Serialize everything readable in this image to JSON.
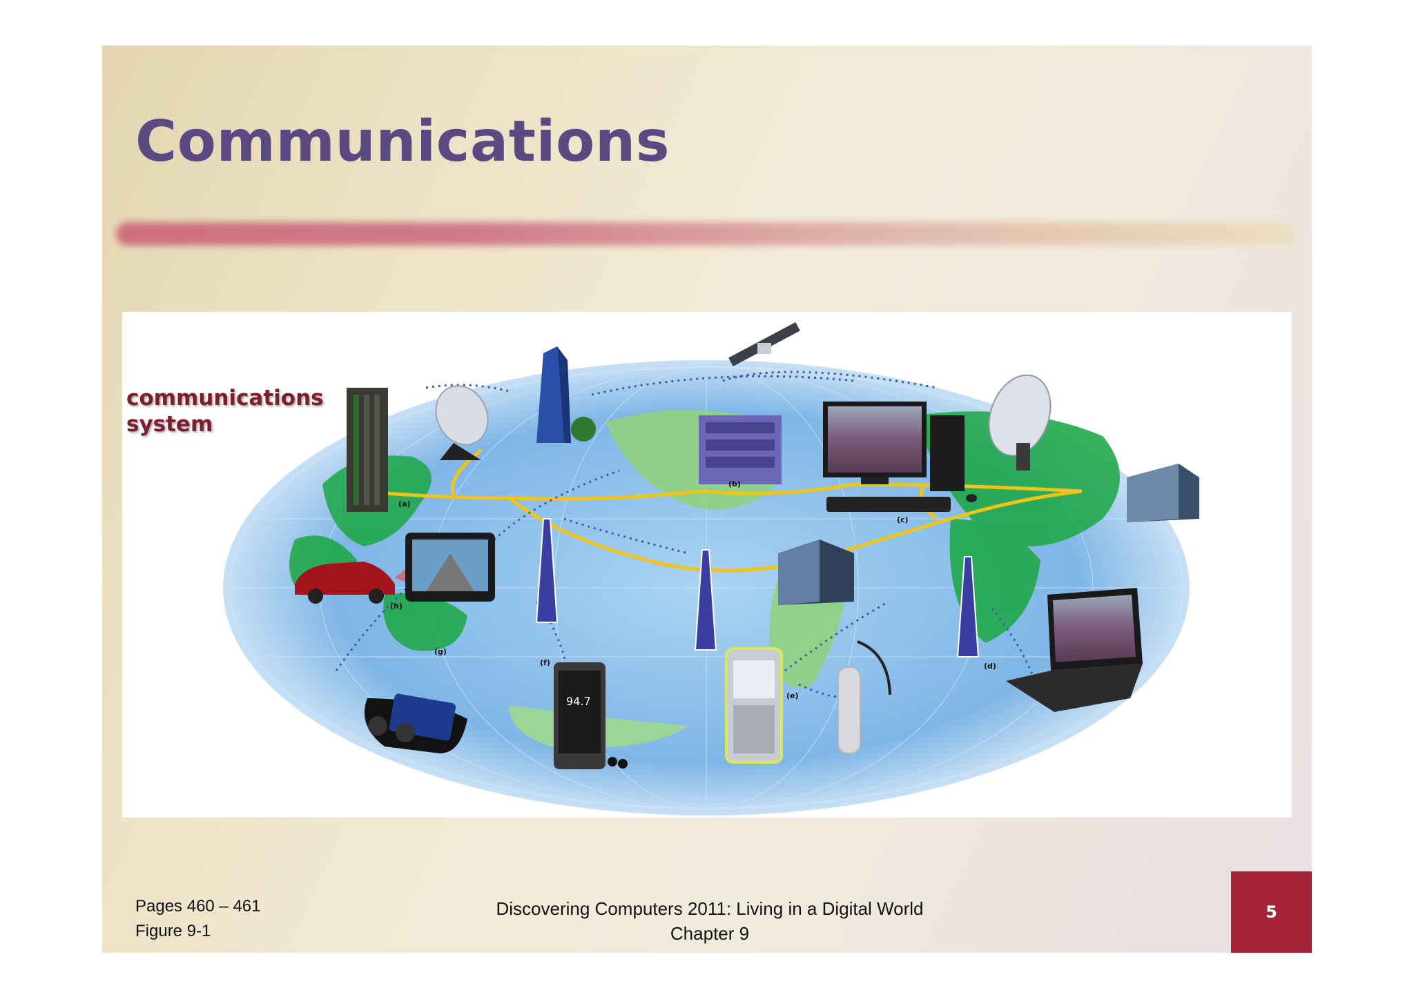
{
  "slide": {
    "title": "Communications",
    "accent_colors": {
      "title": "#5b4a82",
      "rule": "#cc6b7a",
      "page_box": "#a52437"
    }
  },
  "figure": {
    "caption_line1": "communications",
    "caption_line2": "system",
    "labels": [
      "(a)",
      "(b)",
      "(c)",
      "(d)",
      "(e)",
      "(f)",
      "(g)",
      "(h)"
    ],
    "device_screens": {
      "radio_readout": "94.7"
    },
    "icons": [
      "mainframe-server-icon",
      "satellite-dish-icon",
      "skyscraper-icon",
      "satellite-icon",
      "rack-server-icon",
      "desktop-computer-icon",
      "large-satellite-dish-icon",
      "office-building-icon",
      "car-icon",
      "gps-navigator-icon",
      "cell-tower-icon",
      "laptop-icon",
      "handheld-game-icon",
      "media-player-icon",
      "smartphone-icon",
      "bluetooth-headset-icon"
    ]
  },
  "footer": {
    "pages": "Pages 460 – 461",
    "figure_ref": "Figure 9-1",
    "book_title": "Discovering Computers 2011: Living in a Digital World",
    "chapter": "Chapter 9",
    "page_number": "5"
  }
}
